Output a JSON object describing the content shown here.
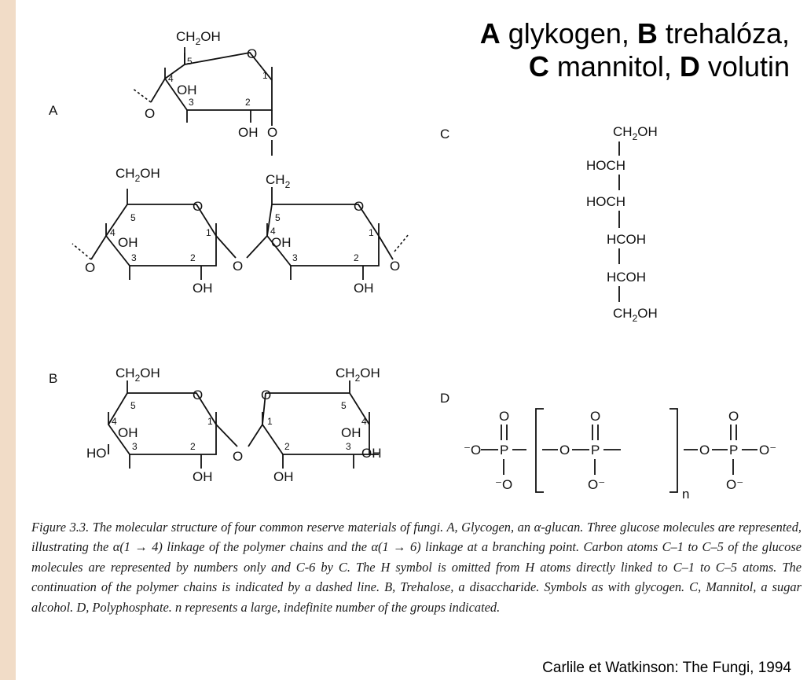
{
  "title": {
    "a": "A",
    "a_text": " glykogen, ",
    "b": "B",
    "b_text": " trehalóza,",
    "c": "C",
    "c_text": " mannitol, ",
    "d": "D",
    "d_text": " volutin"
  },
  "panel_labels": {
    "a": "A",
    "b": "B",
    "c": "C",
    "d": "D"
  },
  "atoms": {
    "ch2oh": "CH",
    "sub2": "2",
    "oh_suffix": "OH",
    "ch": "CH",
    "o": "O",
    "oh": "OH",
    "ho": "HO",
    "hoch": "HOCH",
    "hcoh": "HCOH",
    "p": "P",
    "o_minus_left": "⁻O",
    "o_minus": "O⁻",
    "n": "n"
  },
  "carbon_numbers": {
    "c1": "1",
    "c2": "2",
    "c3": "3",
    "c4": "4",
    "c5": "5"
  },
  "caption": "Figure 3.3. The molecular structure of four common reserve materials of fungi. A, Glycogen, an α-glucan. Three glucose molecules are represented, illustrating the α(1 → 4) linkage of the polymer chains and the α(1 → 6) linkage at a branching point. Carbon atoms C–1 to C–5 of the glucose molecules are represented by numbers only and C-6 by C. The H symbol is omitted from H atoms directly linked to C–1 to C–5 atoms. The continuation of the polymer chains is indicated by a dashed line. B, Trehalose, a disaccharide. Symbols as with glycogen. C, Mannitol, a sugar alcohol. D, Polyphosphate. n represents a large, indefinite number of the groups indicated.",
  "credit": "Carlile et Watkinson: The Fungi, 1994"
}
